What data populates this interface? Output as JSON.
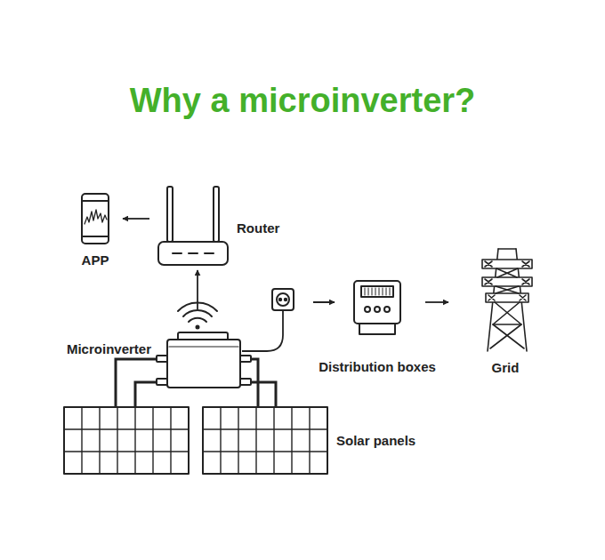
{
  "diagram": {
    "title": "Why a microinverter?",
    "nodes": [
      {
        "text": [
          "APP"
        ]
      },
      {
        "text": [
          "Router"
        ]
      },
      {
        "text": [
          "Microinverter"
        ]
      },
      {
        "text": [
          "Distribution boxes"
        ]
      },
      {
        "text": [
          "Grid"
        ]
      },
      {
        "text": [
          "Solar panels"
        ]
      }
    ],
    "edges": [
      {
        "from": 1,
        "to": 0,
        "arrow": "to"
      },
      {
        "from": 2,
        "to": 1,
        "arrow": "to"
      },
      {
        "from": 2,
        "to": 3,
        "arrow": "to"
      },
      {
        "from": 3,
        "to": 4,
        "arrow": "to"
      },
      {
        "from": 5,
        "to": 2,
        "arrow": "none"
      }
    ]
  }
}
